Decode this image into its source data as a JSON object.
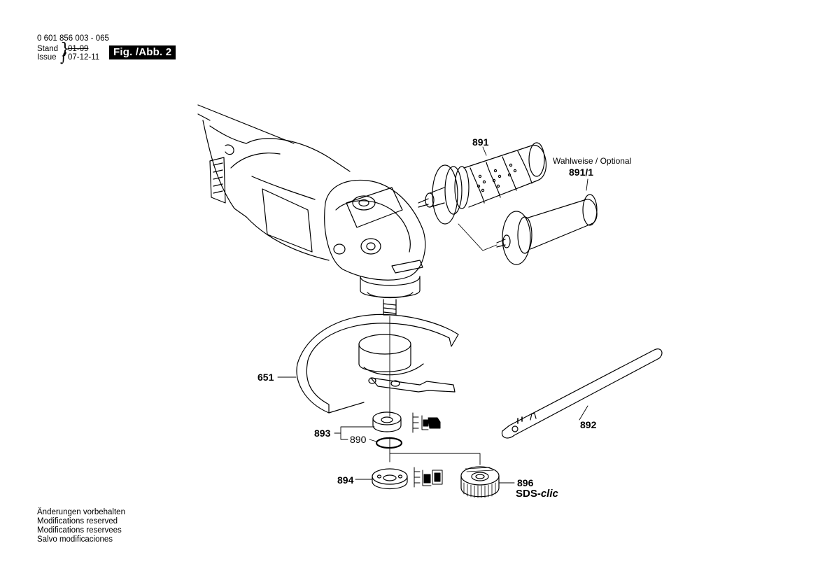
{
  "header": {
    "part_number": "0 601 856 003 - 065",
    "stand_label": "Stand",
    "issue_label": "Issue",
    "stand_date": "01-09",
    "issue_date": "07-12-11",
    "figure_label": "Fig. /Abb. 2"
  },
  "parts": {
    "p891": "891",
    "p891_1": "891/1",
    "optional_note": "Wahlweise / Optional",
    "p651": "651",
    "p893": "893",
    "p890": "890",
    "p892": "892",
    "p894": "894",
    "p896": "896",
    "sds_prefix": "SDS-",
    "sds_suffix": "clic"
  },
  "footer": {
    "line1": "Änderungen vorbehalten",
    "line2": "Modifications reserved",
    "line3": "Modifications reservees",
    "line4": "Salvo modificaciones"
  }
}
